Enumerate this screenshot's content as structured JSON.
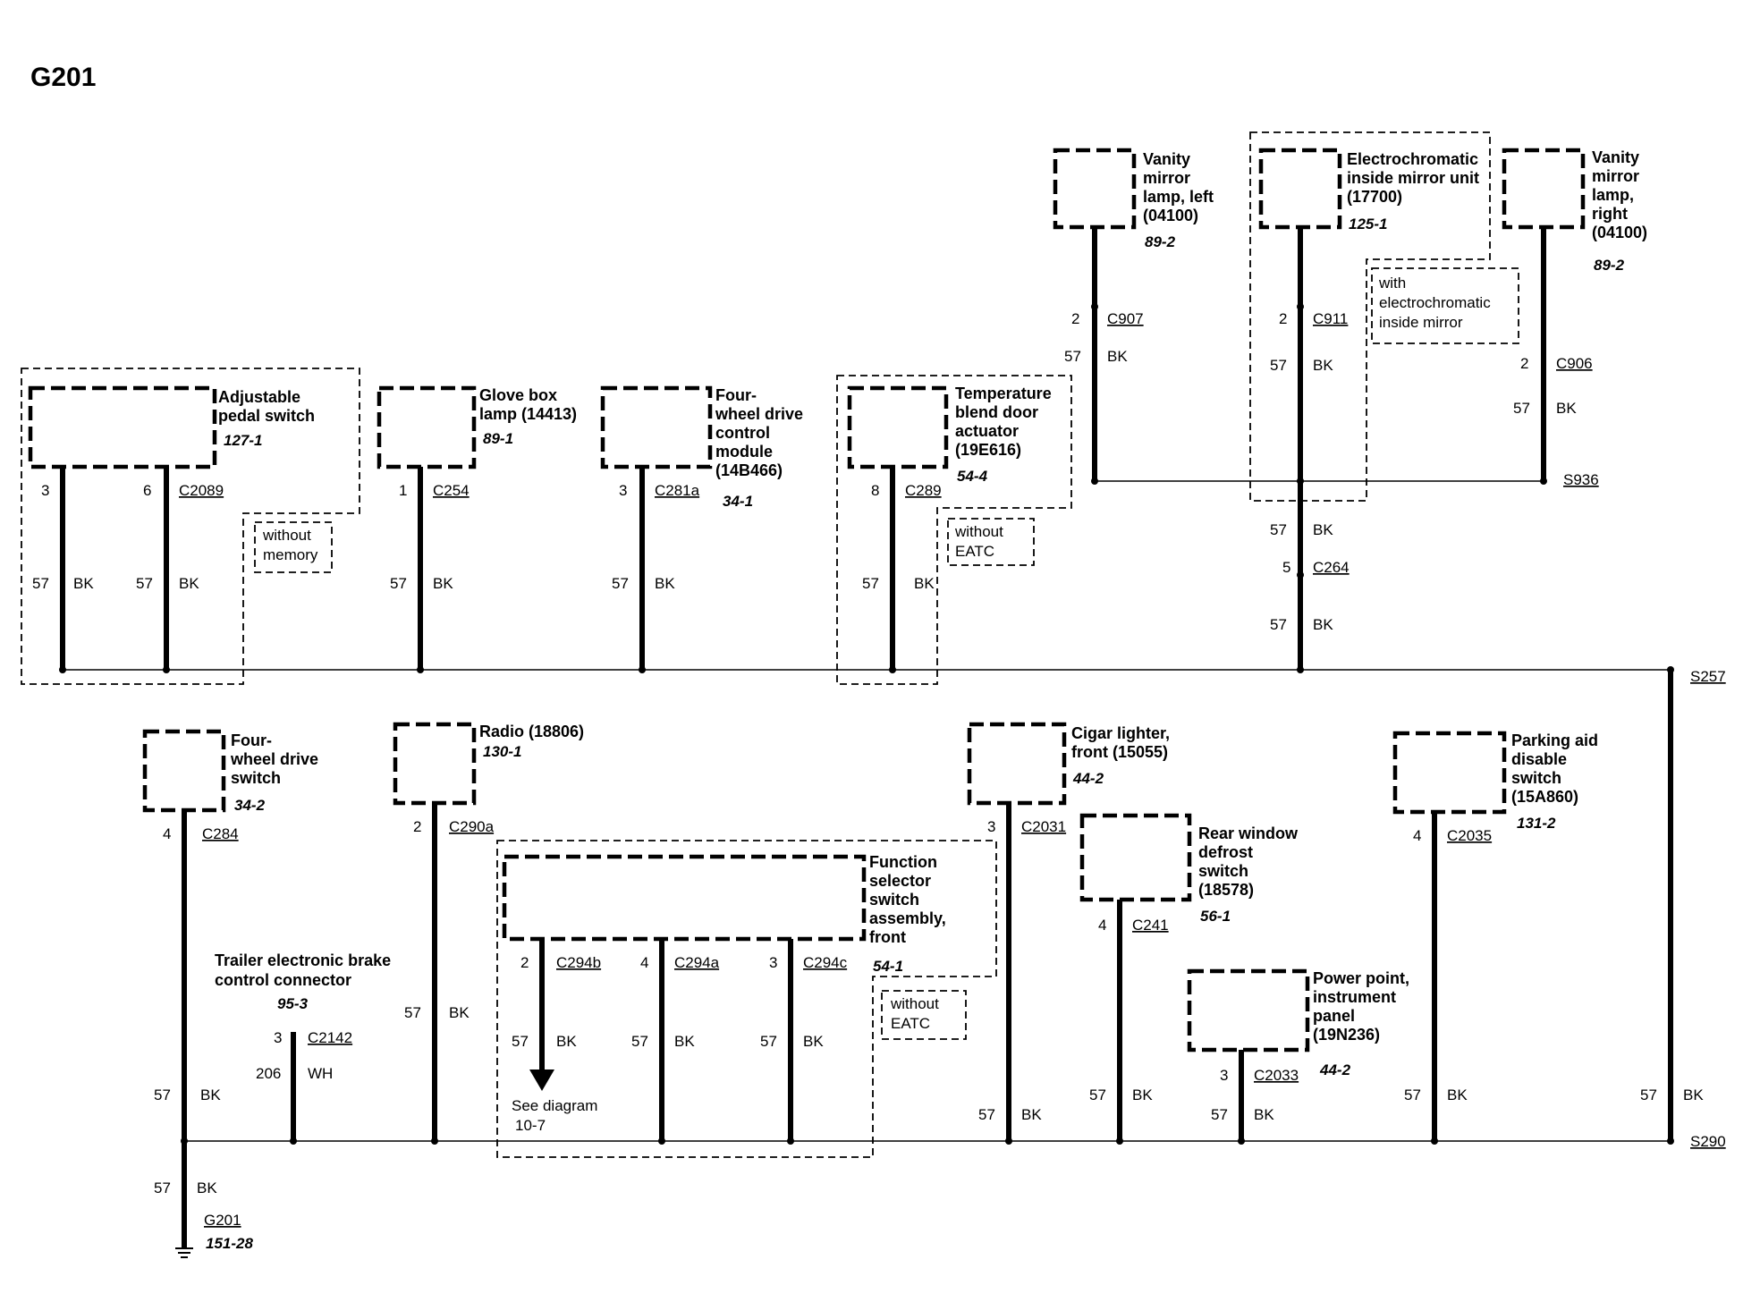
{
  "title": "G201",
  "components": {
    "adjustable_pedal": {
      "label": [
        "Adjustable",
        "pedal switch"
      ],
      "ref": "127-1"
    },
    "glove_box": {
      "label": [
        "Glove box",
        "lamp (14413)"
      ],
      "ref": "89-1"
    },
    "fwd_module": {
      "label": [
        "Four-",
        "wheel drive",
        "control",
        "module",
        "(14B466)"
      ],
      "ref": "34-1"
    },
    "temp_blend": {
      "label": [
        "Temperature",
        "blend door",
        "actuator",
        "(19E616)"
      ],
      "ref": "54-4"
    },
    "vanity_left": {
      "label": [
        "Vanity",
        "mirror",
        "lamp, left",
        "(04100)"
      ],
      "ref": "89-2"
    },
    "ec_mirror": {
      "label": [
        "Electrochromatic",
        "inside mirror unit",
        "(17700)"
      ],
      "ref": "125-1"
    },
    "vanity_right": {
      "label": [
        "Vanity",
        "mirror",
        "lamp,",
        "right",
        "(04100)"
      ],
      "ref": "89-2"
    },
    "fwd_switch": {
      "label": [
        "Four-",
        "wheel drive",
        "switch"
      ],
      "ref": "34-2"
    },
    "radio": {
      "label": [
        "Radio (18806)"
      ],
      "ref": "130-1"
    },
    "function_selector": {
      "label": [
        "Function",
        "selector",
        "switch",
        "assembly,",
        "front"
      ],
      "ref": "54-1"
    },
    "cigar_lighter": {
      "label": [
        "Cigar lighter,",
        "front (15055)"
      ],
      "ref": "44-2"
    },
    "rear_defrost": {
      "label": [
        "Rear window",
        "defrost",
        "switch",
        "(18578)"
      ],
      "ref": "56-1"
    },
    "power_point": {
      "label": [
        "Power point,",
        "instrument",
        "panel",
        "(19N236)"
      ],
      "ref": "44-2"
    },
    "parking_aid": {
      "label": [
        "Parking aid",
        "disable",
        "switch",
        "(15A860)"
      ],
      "ref": "131-2"
    },
    "trailer_brake": {
      "label": [
        "Trailer electronic brake",
        "control connector"
      ],
      "ref": "95-3"
    }
  },
  "notes": {
    "without_memory": [
      "without",
      "memory"
    ],
    "without_eatc_top": [
      "without",
      "EATC"
    ],
    "with_ec_mirror": [
      "with",
      "electrochromatic",
      "inside mirror"
    ],
    "without_eatc_bottom": [
      "without",
      "EATC"
    ],
    "see_diagram": [
      "See diagram",
      "10-7"
    ]
  },
  "connectors": {
    "c2089": "C2089",
    "c254": "C254",
    "c281a": "C281a",
    "c289": "C289",
    "c907": "C907",
    "c911": "C911",
    "c906": "C906",
    "c264": "C264",
    "c284": "C284",
    "c290a": "C290a",
    "c294b": "C294b",
    "c294a": "C294a",
    "c294c": "C294c",
    "c2031": "C2031",
    "c241": "C241",
    "c2033": "C2033",
    "c2035": "C2035",
    "c2142": "C2142"
  },
  "splices": {
    "s936": "S936",
    "s257": "S257",
    "s290": "S290"
  },
  "ground": {
    "name": "G201",
    "ref": "151-28"
  },
  "pins": {
    "p3": "3",
    "p6": "6",
    "p1": "1",
    "p8": "8",
    "p2": "2",
    "p5": "5",
    "p4": "4"
  },
  "circuits": {
    "c57": "57",
    "c206": "206",
    "bk": "BK",
    "wh": "WH"
  }
}
